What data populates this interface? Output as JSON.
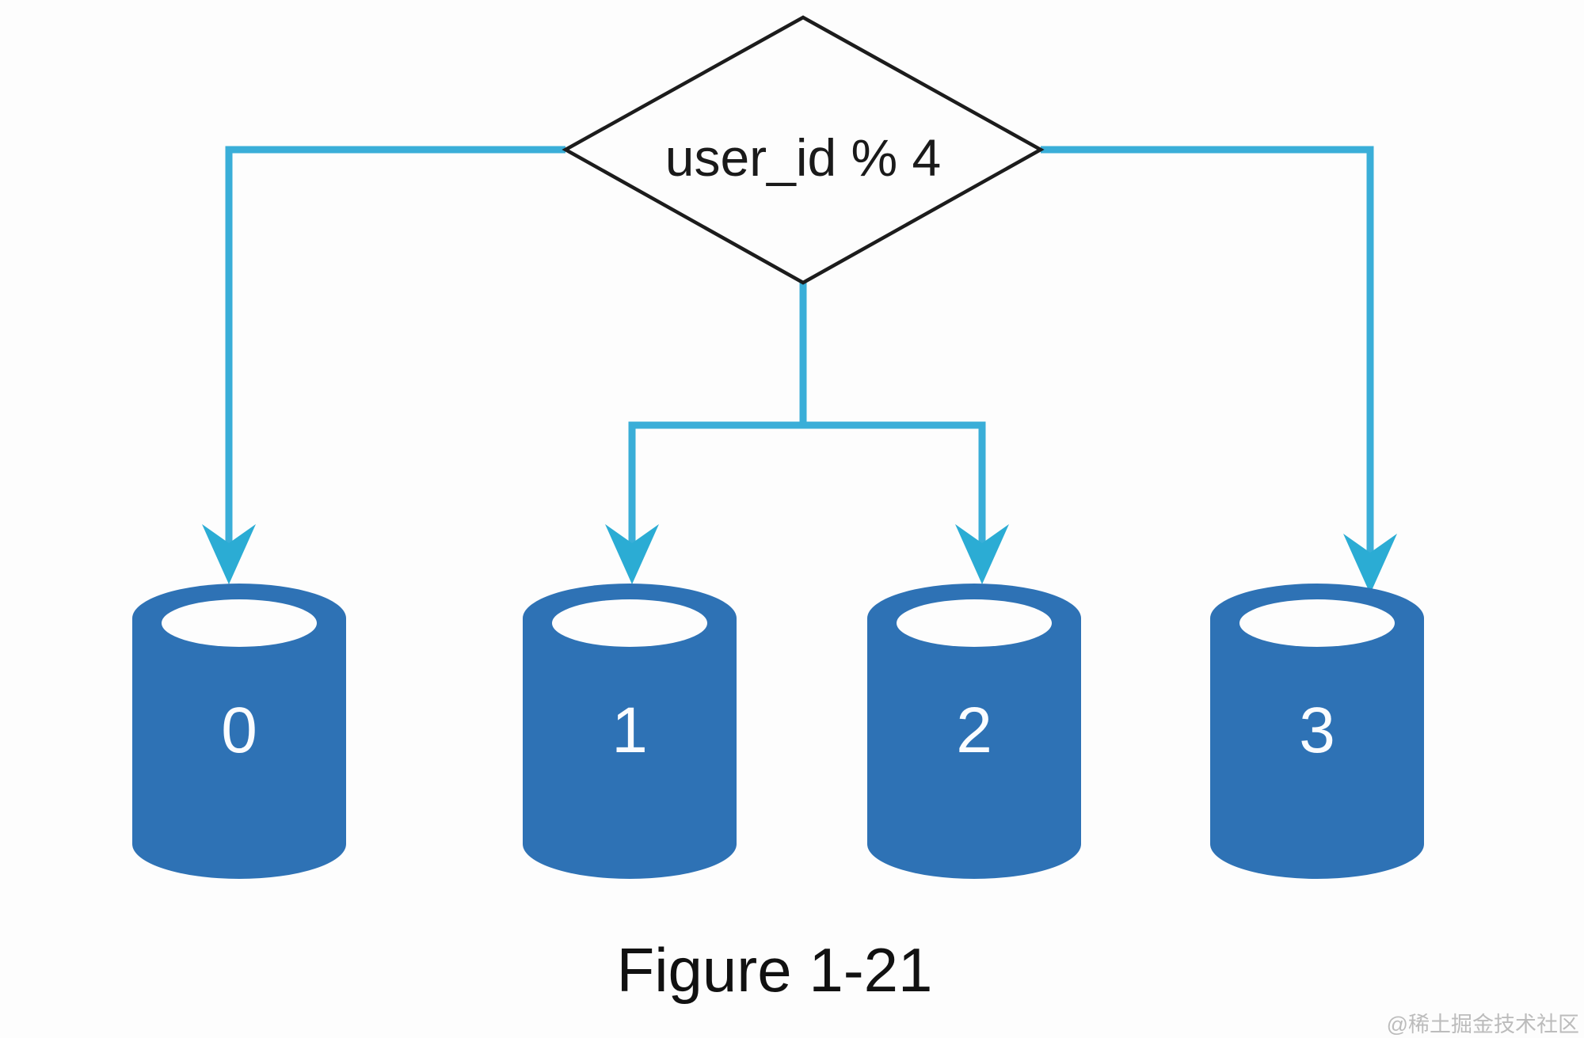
{
  "diagram": {
    "decision": {
      "label": "user_id % 4"
    },
    "shards": [
      {
        "label": "0"
      },
      {
        "label": "1"
      },
      {
        "label": "2"
      },
      {
        "label": "3"
      }
    ],
    "caption": "Figure 1-21",
    "watermark": "@稀土掘金技术社区",
    "colors": {
      "connector_cyan": "#3aaed8",
      "arrowhead_cyan": "#2bacd4",
      "database_blue": "#2e72b5",
      "diamond_outline": "#1c1c1c",
      "shard_label_white": "#fafcff",
      "caption_black": "#111111",
      "watermark_gray": "#bcbcbc",
      "background": "#fdfdfd"
    }
  }
}
